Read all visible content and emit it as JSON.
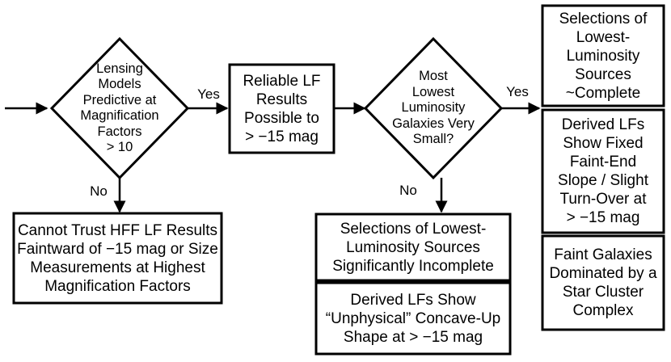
{
  "diagram": {
    "nodes": {
      "decision_lensing": "Lensing\nModels\nPredictive at\nMagnification\nFactors\n> 10",
      "reliable_lf": "Reliable LF\nResults\nPossible to\n> −15 mag",
      "decision_small": "Most\nLowest\nLuminosity\nGalaxies Very\nSmall?",
      "selections_complete": "Selections of\nLowest-\nLuminosity\nSources\n~Complete",
      "derived_fixed": "Derived LFs\nShow Fixed\nFaint-End\nSlope / Slight\nTurn-Over at\n> −15 mag",
      "faint_star_cluster": "Faint Galaxies\nDominated by a\nStar Cluster\nComplex",
      "cannot_trust": "Cannot Trust HFF LF Results\nFaintward of −15 mag or Size\nMeasurements at Highest\nMagnification Factors",
      "selections_incomplete": "Selections of Lowest-\nLuminosity Sources\nSignificantly Incomplete",
      "derived_unphysical": "Derived LFs Show\n“Unphysical” Concave-Up\nShape at > −15 mag"
    },
    "edge_labels": {
      "lensing_yes": "Yes",
      "lensing_no": "No",
      "small_yes": "Yes",
      "small_no": "No"
    }
  }
}
